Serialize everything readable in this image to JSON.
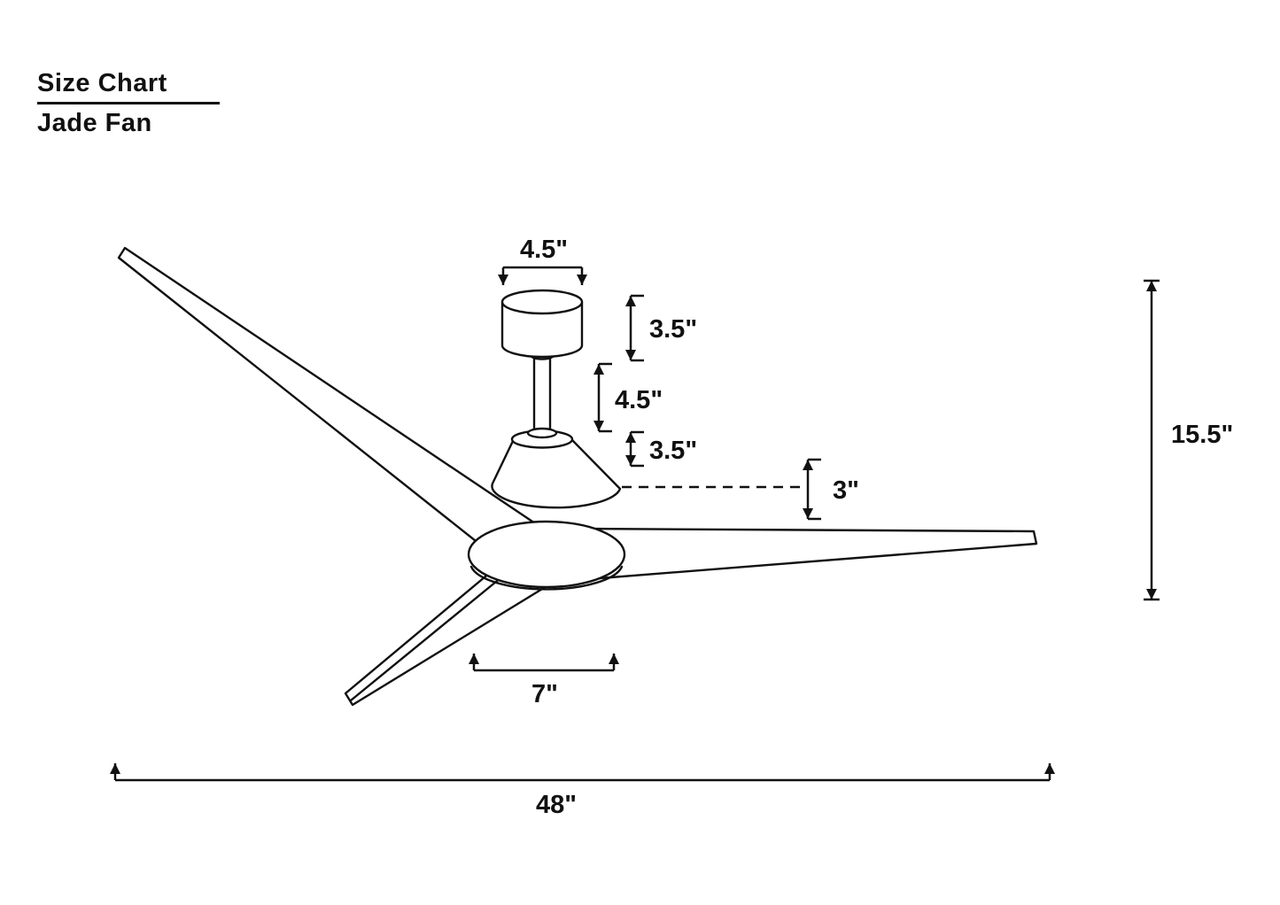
{
  "title": {
    "line1": "Size Chart",
    "line2": "Jade Fan"
  },
  "dims": {
    "canopy_width": "4.5\"",
    "canopy_height": "3.5\"",
    "downrod_length": "4.5\"",
    "motor_height": "3.5\"",
    "housing_to_blade": "3\"",
    "overall_height": "15.5\"",
    "hub_width": "7\"",
    "blade_span": "48\""
  }
}
